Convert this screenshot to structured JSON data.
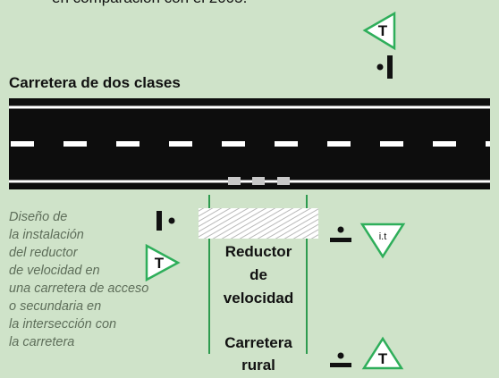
{
  "top_caption": "en comparación con el 2005.",
  "road": {
    "title": "Carretera de dos clases"
  },
  "description_lines": [
    "Diseño de",
    "la instalación",
    "del reductor",
    "de velocidad en",
    "una carretera de acceso",
    "o secundaria en",
    "la intersección con",
    "la carretera"
  ],
  "labels": {
    "speed_reducer": [
      "Reductor",
      "de",
      "velocidad"
    ],
    "rural_road": [
      "Carretera",
      "rural"
    ]
  },
  "sign_labels": {
    "give_way": "T",
    "yield_right": "i.t"
  },
  "colors": {
    "background": "#cfe3c9",
    "road": "#0d0d0d",
    "lane_lines": "#2e9b4f",
    "sign_green": "#2eae5a"
  }
}
